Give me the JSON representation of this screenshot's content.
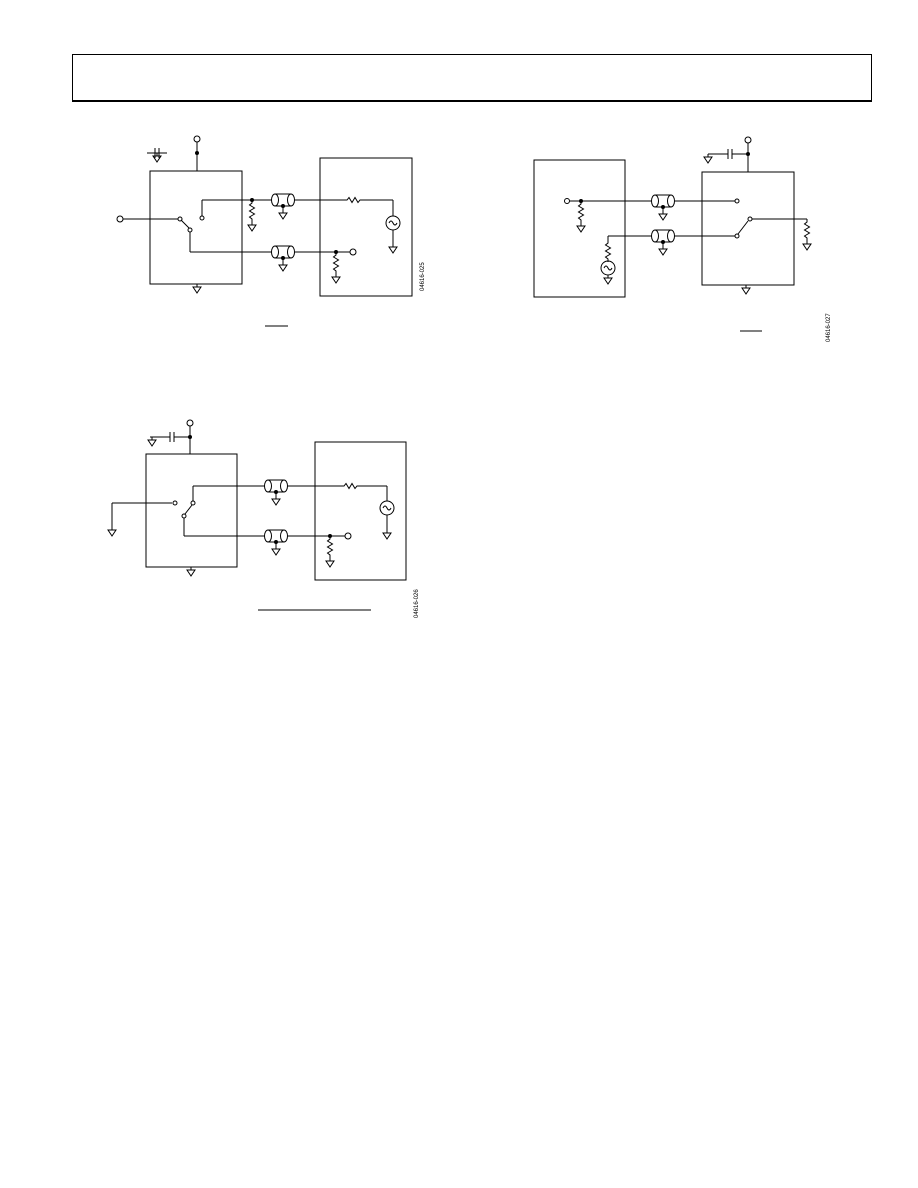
{
  "figures": [
    {
      "id": "fig-a",
      "code": "04616-025"
    },
    {
      "id": "fig-b",
      "code": "04616-027"
    },
    {
      "id": "fig-c",
      "code": "04616-026"
    }
  ]
}
